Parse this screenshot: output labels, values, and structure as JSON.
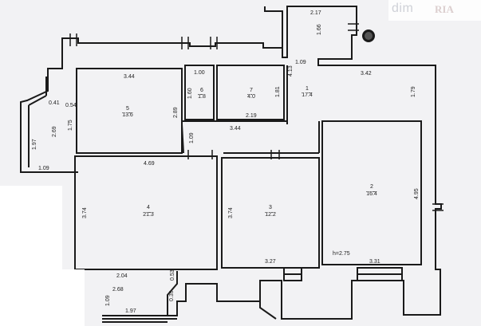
{
  "watermark": {
    "brand": "dim",
    "sub": "RIA"
  },
  "dimensions": {
    "d_2_17": "2.17",
    "d_1_66": "1.66",
    "d_1_09_a": "1.09",
    "d_4_13": "4.13",
    "d_3_42": "3.42",
    "d_1_79": "1.79",
    "d_3_44_a": "3.44",
    "d_1_00": "1.00",
    "d_1_60": "1.60",
    "d_1_81": "1.81",
    "d_2_19": "2.19",
    "d_3_44_b": "3.44",
    "d_2_89": "2.89",
    "d_0_41": "0.41",
    "d_0_54": "0.54",
    "d_2_69": "2.69",
    "d_1_75": "1.75",
    "d_1_97_a": "1.97",
    "d_1_09_b": "1.09",
    "d_1_09_c": "1.09",
    "d_4_69": "4.69",
    "d_3_74_a": "3.74",
    "d_3_74_b": "3.74",
    "d_4_95": "4.95",
    "d_3_27": "3.27",
    "d_3_31": "3.31",
    "d_2_04": "2.04",
    "d_2_68": "2.68",
    "d_0_53": "0.53",
    "d_0_39": "0.39",
    "d_1_09_d": "1.09",
    "d_1_97_b": "1.97",
    "ceiling": "h=2.75"
  },
  "rooms": [
    {
      "num": "5",
      "area": "13.6"
    },
    {
      "num": "6",
      "area": "1.8"
    },
    {
      "num": "7",
      "area": "4.0"
    },
    {
      "num": "1",
      "area": "17.4"
    },
    {
      "num": "4",
      "area": "21.3"
    },
    {
      "num": "3",
      "area": "12.2"
    },
    {
      "num": "2",
      "area": "16.4"
    }
  ]
}
